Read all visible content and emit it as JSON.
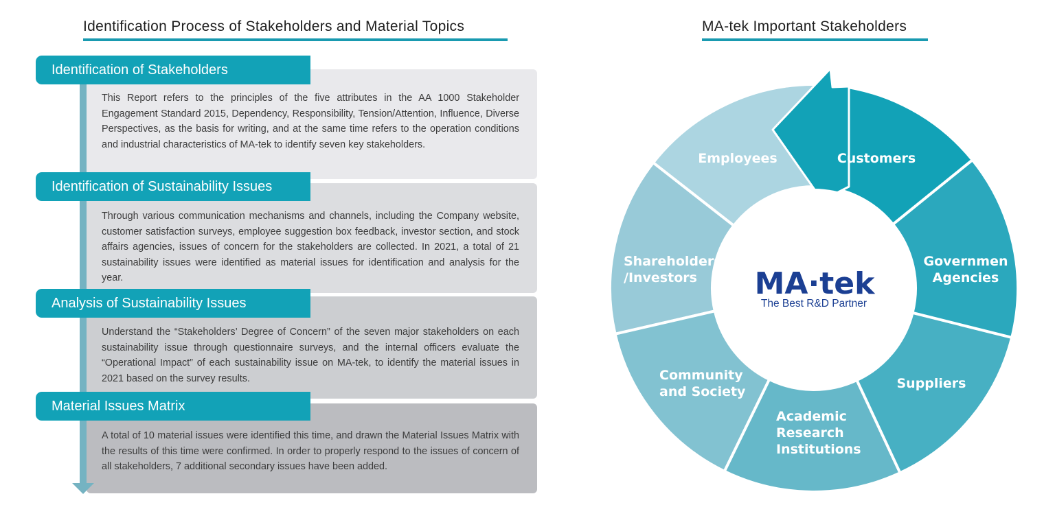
{
  "left_title": "Identification Process of Stakeholders and Material Topics",
  "right_title": "MA-tek Important Stakeholders",
  "steps": [
    {
      "heading": "Identification of Stakeholders",
      "text": "This Report refers to the principles of the five attributes in the AA 1000 Stakeholder Engagement Standard 2015, Dependency, Responsibility, Tension/Attention, Influence, Diverse Perspectives, as the basis for writing, and at the same time refers to the operation conditions and industrial characteristics of MA-tek to identify seven key stakeholders."
    },
    {
      "heading": "Identification of Sustainability Issues",
      "text": "Through various communication mechanisms and channels, including the Company website, customer satisfaction surveys, employee suggestion box feedback, investor section, and stock affairs agencies, issues of concern for the stakeholders are collected. In 2021, a total of 21 sustainability issues were identified as material issues for identification and analysis for the year."
    },
    {
      "heading": "Analysis of Sustainability Issues",
      "text": "Understand the “Stakeholders’ Degree of Concern” of the seven major stakeholders on each sustainability issue through questionnaire surveys, and the internal officers evaluate the “Operational Impact” of each sustainability issue on MA-tek, to identify the material issues in 2021 based on the survey results."
    },
    {
      "heading": "Material Issues Matrix",
      "text": "A total of 10 material issues were identified this time, and drawn the Material Issues Matrix with the results of this time were confirmed. In order to properly respond to the issues of concern of all stakeholders, 7 additional secondary issues have been added."
    }
  ],
  "stakeholders": [
    {
      "lines": [
        "Customers"
      ],
      "color": "#12a2b7"
    },
    {
      "lines": [
        "Governmen",
        "Agencies"
      ],
      "color": "#2ba8bd"
    },
    {
      "lines": [
        "Suppliers"
      ],
      "color": "#47b0c3"
    },
    {
      "lines": [
        "Academic",
        "Research",
        "Institutions"
      ],
      "color": "#66b8c9"
    },
    {
      "lines": [
        "Community",
        "and Society"
      ],
      "color": "#82c2d1"
    },
    {
      "lines": [
        "Shareholders",
        "/Investors"
      ],
      "color": "#98cad8"
    },
    {
      "lines": [
        "Employees"
      ],
      "color": "#acd5e1"
    }
  ],
  "logo": {
    "name": "MA-tek",
    "wordmark": "MA·tek",
    "tagline": "The Best R&D Partner",
    "color": "#1b3f93"
  }
}
